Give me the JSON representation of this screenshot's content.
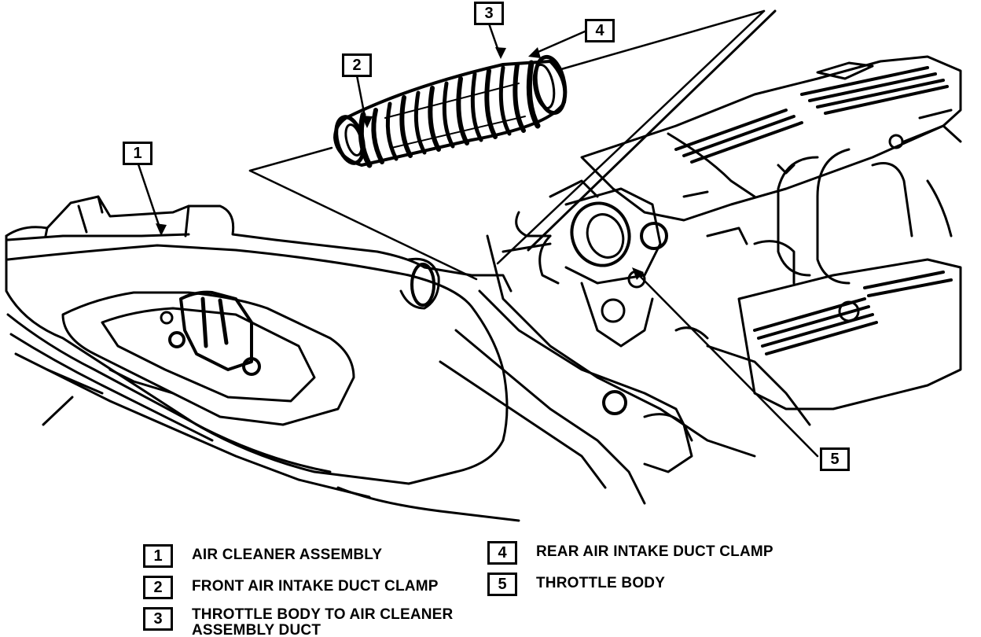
{
  "callouts": [
    {
      "label": "1",
      "part": "air-cleaner-assembly"
    },
    {
      "label": "2",
      "part": "front-air-intake-duct-clamp"
    },
    {
      "label": "3",
      "part": "throttle-body-to-air-cleaner-duct"
    },
    {
      "label": "4",
      "part": "rear-air-intake-duct-clamp"
    },
    {
      "label": "5",
      "part": "throttle-body"
    }
  ],
  "legend": [
    {
      "num": "1",
      "text": "AIR CLEANER ASSEMBLY"
    },
    {
      "num": "2",
      "text": "FRONT AIR INTAKE DUCT CLAMP"
    },
    {
      "num": "3",
      "text": "THROTTLE BODY TO AIR CLEANER\nASSEMBLY DUCT"
    },
    {
      "num": "4",
      "text": "REAR AIR INTAKE DUCT CLAMP"
    },
    {
      "num": "5",
      "text": "THROTTLE BODY"
    }
  ],
  "colors": {
    "ink": "#000000",
    "paper": "#ffffff"
  }
}
